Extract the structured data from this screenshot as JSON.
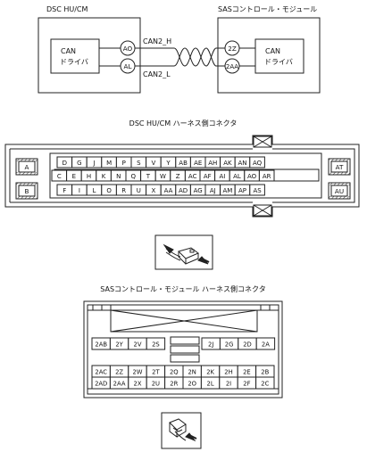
{
  "wiring": {
    "left_module": "DSC HU/CM",
    "right_module": "SASコントロール・モジュール",
    "left_driver_line1": "CAN",
    "left_driver_line2": "ドライバ",
    "right_driver_line1": "CAN",
    "right_driver_line2": "ドライバ",
    "left_terminals": [
      "AO",
      "AL"
    ],
    "right_terminals": [
      "2Z",
      "2AA"
    ],
    "wire_high": "CAN2_H",
    "wire_low": "CAN2_L"
  },
  "dsc_connector": {
    "title": "DSC HU/CM ハーネス側コネクタ",
    "side_left": [
      "A",
      "B"
    ],
    "side_right": [
      "AT",
      "AU"
    ],
    "row1": [
      "D",
      "G",
      "J",
      "M",
      "P",
      "S",
      "V",
      "Y",
      "AB",
      "AE",
      "AH",
      "AK",
      "AN",
      "AQ"
    ],
    "row2": [
      "C",
      "E",
      "H",
      "K",
      "N",
      "Q",
      "T",
      "W",
      "Z",
      "AC",
      "AF",
      "AI",
      "AL",
      "AO",
      "AR"
    ],
    "row3": [
      "F",
      "I",
      "L",
      "O",
      "R",
      "U",
      "X",
      "AA",
      "AD",
      "AG",
      "AJ",
      "AM",
      "AP",
      "AS"
    ]
  },
  "sas_connector": {
    "title": "SASコントロール・モジュール ハーネス側コネクタ",
    "upper_left": [
      "2AB",
      "2Y",
      "2V",
      "2S"
    ],
    "upper_right": [
      "2J",
      "2G",
      "2D",
      "2A"
    ],
    "lower_row1": [
      "2AC",
      "2Z",
      "2W",
      "2T",
      "2Q",
      "2N",
      "2K",
      "2H",
      "2E",
      "2B"
    ],
    "lower_row2": [
      "2AD",
      "2AA",
      "2X",
      "2U",
      "2R",
      "2O",
      "2L",
      "2I",
      "2F",
      "2C"
    ]
  }
}
